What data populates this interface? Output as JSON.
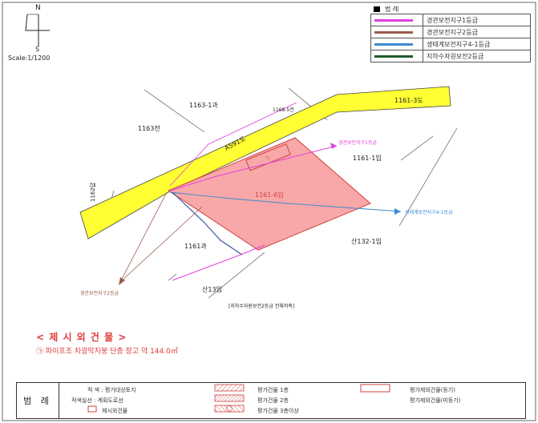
{
  "north": {
    "n": "N",
    "s": "S"
  },
  "scale": "Scale:1/1200",
  "legend_top": {
    "header": "범   례",
    "items": [
      {
        "label": "경관보전지구1등급",
        "color": "#e040e0"
      },
      {
        "label": "경관보전지구2등급",
        "color": "#9b5a4a"
      },
      {
        "label": "생태계보전지구4-1등급",
        "color": "#3a8ad0"
      },
      {
        "label": "지하수자원보전2등급",
        "color": "#1f5a2a"
      }
    ]
  },
  "parcels": {
    "p1163_1": "1163-1과",
    "p1168_5": "1168-5전",
    "p1161_3": "1161-3도",
    "p1163": "1163전",
    "road": "A591도",
    "p1161_1": "1161-1임",
    "p1161_6": "1161-6임",
    "p1162": "1162답",
    "p1161": "1161과",
    "san132_1": "산132-1임",
    "san13": "산13임"
  },
  "annotations": {
    "landscape1": "경관보전지구1등급",
    "eco": "생태계보전지구4-1등급",
    "landscape2": "경관보전지구2등급",
    "groundwater": "[지하수자원보전2등급 전체저촉]"
  },
  "exist_building": {
    "title": "< 제 시 외 건 물 >",
    "desc": "㉠ 파이프조 차광막지붕 단층 창고 약 144.0㎡"
  },
  "legend_bottom": {
    "label": "범  례",
    "col1": [
      "적 색 : 평가대상토지",
      "적색실선 : 계획도로선",
      "제시외건물"
    ],
    "col2": [
      "평가건물  1층",
      "평가건물  2층",
      "평가건물  3층이상"
    ],
    "col3": [
      "평가제외건물(등기)",
      "평가제외건물(미등기)"
    ]
  }
}
